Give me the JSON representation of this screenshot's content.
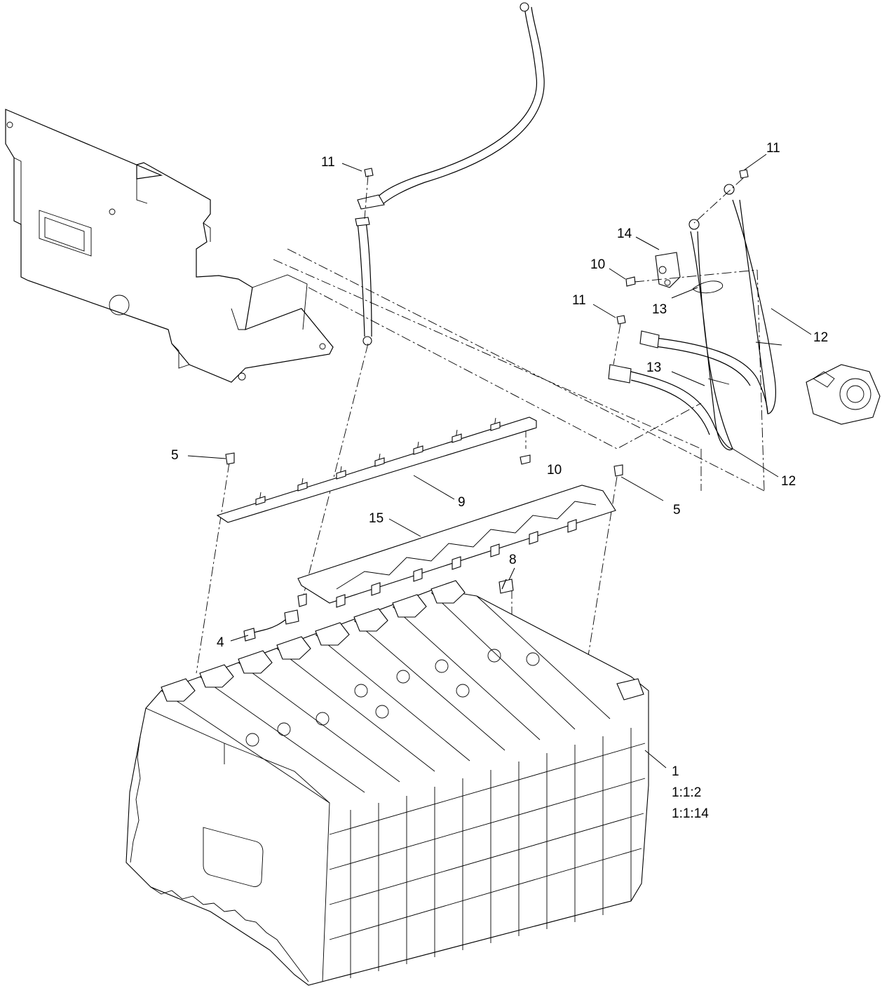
{
  "callouts": {
    "c11a": "11",
    "c11b": "11",
    "c11c": "11",
    "c14": "14",
    "c10a": "10",
    "c10b": "10",
    "c13a": "13",
    "c13b": "13",
    "c12a": "12",
    "c12b": "12",
    "c5a": "5",
    "c5b": "5",
    "c9": "9",
    "c15": "15",
    "c8": "8",
    "c4": "4",
    "c1": "1",
    "c1_qty1": "1:1:2",
    "c1_qty2": "1:1:14"
  }
}
